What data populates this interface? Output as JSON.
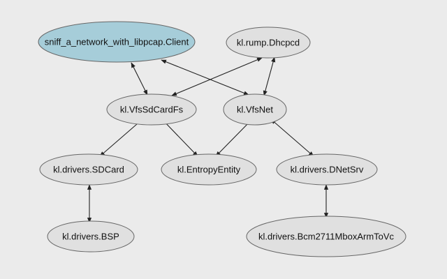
{
  "colors": {
    "background": "#ebebeb",
    "node_fill": "#e0e0e0",
    "node_stroke": "#666666",
    "highlight_fill": "#a6cdd9",
    "edge": "#222222"
  },
  "nodes": [
    {
      "id": "client",
      "label": "sniff_a_network_with_libpcap.Client",
      "highlight": true
    },
    {
      "id": "dhcpcd",
      "label": "kl.rump.Dhcpcd"
    },
    {
      "id": "vfssdcardfs",
      "label": "kl.VfsSdCardFs"
    },
    {
      "id": "vfsnet",
      "label": "kl.VfsNet"
    },
    {
      "id": "sdcard",
      "label": "kl.drivers.SDCard"
    },
    {
      "id": "entropy",
      "label": "kl.EntropyEntity"
    },
    {
      "id": "dnetsrv",
      "label": "kl.drivers.DNetSrv"
    },
    {
      "id": "bsp",
      "label": "kl.drivers.BSP"
    },
    {
      "id": "bcm",
      "label": "kl.drivers.Bcm2711MboxArmToVc"
    }
  ],
  "edges": [
    {
      "from": "client",
      "to": "vfssdcardfs"
    },
    {
      "from": "client",
      "to": "vfsnet"
    },
    {
      "from": "dhcpcd",
      "to": "vfssdcardfs"
    },
    {
      "from": "dhcpcd",
      "to": "vfsnet"
    },
    {
      "from": "vfssdcardfs",
      "to": "sdcard"
    },
    {
      "from": "vfssdcardfs",
      "to": "entropy"
    },
    {
      "from": "vfsnet",
      "to": "entropy"
    },
    {
      "from": "vfsnet",
      "to": "dnetsrv"
    },
    {
      "from": "sdcard",
      "to": "bsp"
    },
    {
      "from": "dnetsrv",
      "to": "bcm"
    }
  ]
}
